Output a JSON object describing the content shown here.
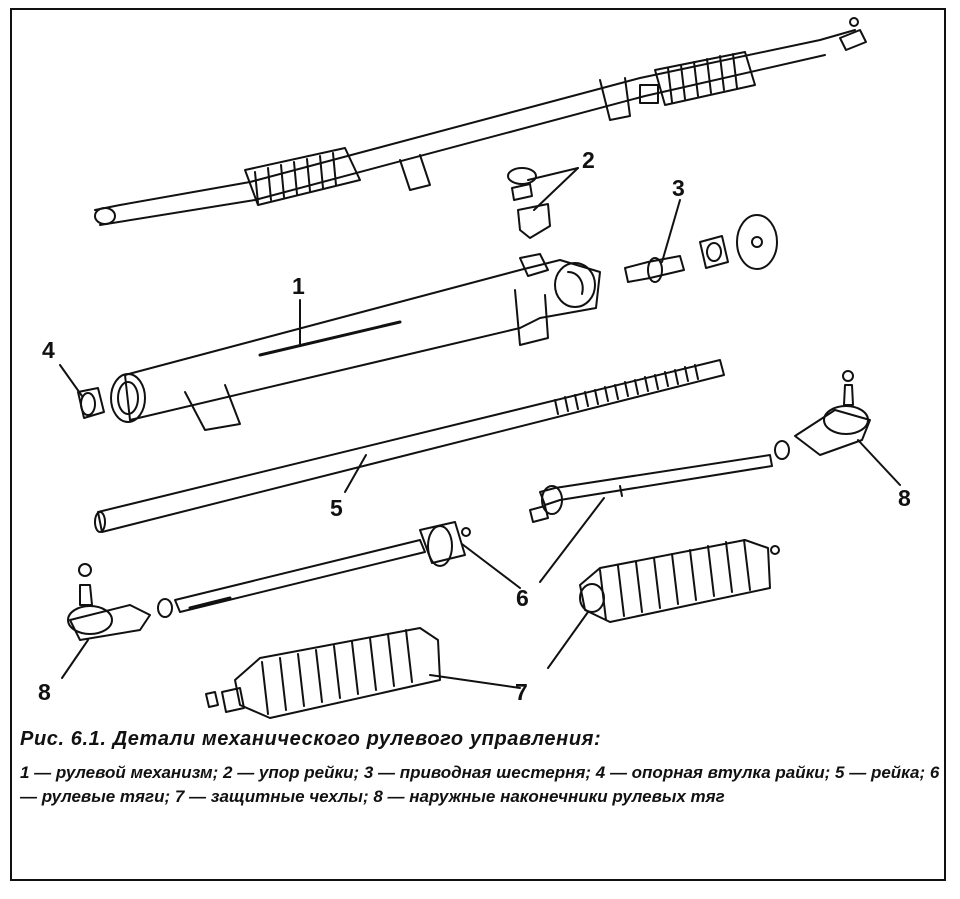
{
  "figure": {
    "callouts": [
      "1",
      "2",
      "3",
      "4",
      "5",
      "6",
      "7",
      "8"
    ],
    "caption_title": "Рис. 6.1. Детали механического рулевого управления:",
    "legend": [
      "1 — рулевой механизм;",
      "2 — упор рейки;",
      "3 — приводная шестерня;",
      "4 — опорная втулка райки;",
      "5 — рейка;",
      "6 — рулевые тяги;",
      "7 — защитные чехлы;",
      "8 — наружные наконечники рулевых тяг"
    ]
  },
  "colors": {
    "ink": "#111111",
    "paper": "#ffffff"
  }
}
